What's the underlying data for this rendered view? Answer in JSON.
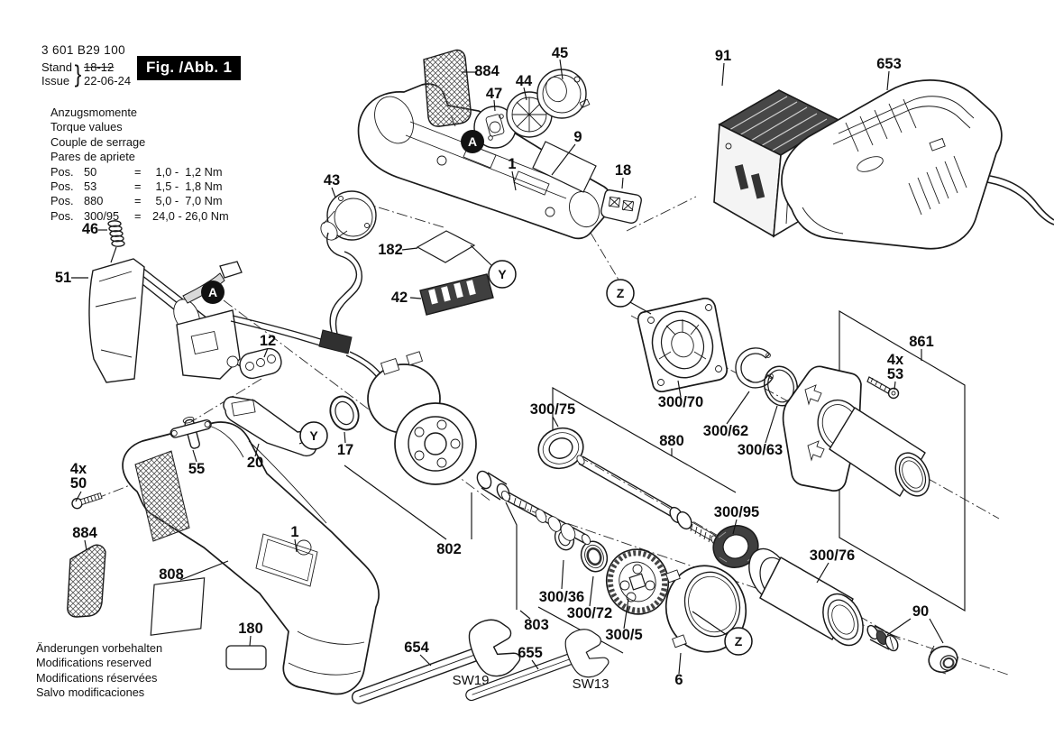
{
  "header": {
    "part_number": "3 601 B29 100",
    "stand_label": "Stand",
    "issue_label": "Issue",
    "brace": "}",
    "stand_value": "18-12",
    "issue_value": "22-06-24",
    "figure_label": "Fig. /Abb. 1"
  },
  "torque": {
    "title_de": "Anzugsmomente",
    "title_en": "Torque values",
    "title_fr": "Couple de serrage",
    "title_es": "Pares de apriete",
    "rows": [
      {
        "pos": "Pos.",
        "num": "50",
        "eq": "=",
        "value": " 1,0 -  1,2 Nm"
      },
      {
        "pos": "Pos.",
        "num": "53",
        "eq": "=",
        "value": " 1,5 -  1,8 Nm"
      },
      {
        "pos": "Pos.",
        "num": "880",
        "eq": "=",
        "value": " 5,0 -  7,0 Nm"
      },
      {
        "pos": "Pos.",
        "num": "300/95",
        "eq": "=",
        "value": "24,0 - 26,0 Nm"
      }
    ]
  },
  "footer": {
    "line1": "Änderungen vorbehalten",
    "line2": "Modifications reserved",
    "line3": "Modifications réservées",
    "line4": "Salvo modificaciones"
  },
  "callouts": {
    "p884_top": "884",
    "p45": "45",
    "p44": "44",
    "p47": "47",
    "p9": "9",
    "p91": "91",
    "p653": "653",
    "p1_top": "1",
    "p18": "18",
    "p43": "43",
    "p46": "46",
    "p51": "51",
    "p182": "182",
    "p42": "42",
    "p12": "12",
    "q50": "4x",
    "p50": "50",
    "p884_bot": "884",
    "p808": "808",
    "p1_bot": "1",
    "p180": "180",
    "p55": "55",
    "p20": "20",
    "p17": "17",
    "p802": "802",
    "p300_75": "300/75",
    "p880": "880",
    "p300_70": "300/70",
    "p300_62": "300/62",
    "p300_63": "300/63",
    "p861": "861",
    "q53": "4x",
    "p53": "53",
    "p300_95": "300/95",
    "p300_36": "300/36",
    "p300_72": "300/72",
    "p803": "803",
    "p300_5": "300/5",
    "p654": "654",
    "sw19": "SW19",
    "p655": "655",
    "sw13": "SW13",
    "p6": "6",
    "p300_76": "300/76",
    "p90": "90",
    "letter_a": "A",
    "letter_y": "Y",
    "letter_z": "Z"
  },
  "colors": {
    "ink": "#1a1a1a",
    "dark_fill": "#3f3f3f",
    "fig_box_bg": "#000000",
    "fig_box_fg": "#ffffff"
  }
}
